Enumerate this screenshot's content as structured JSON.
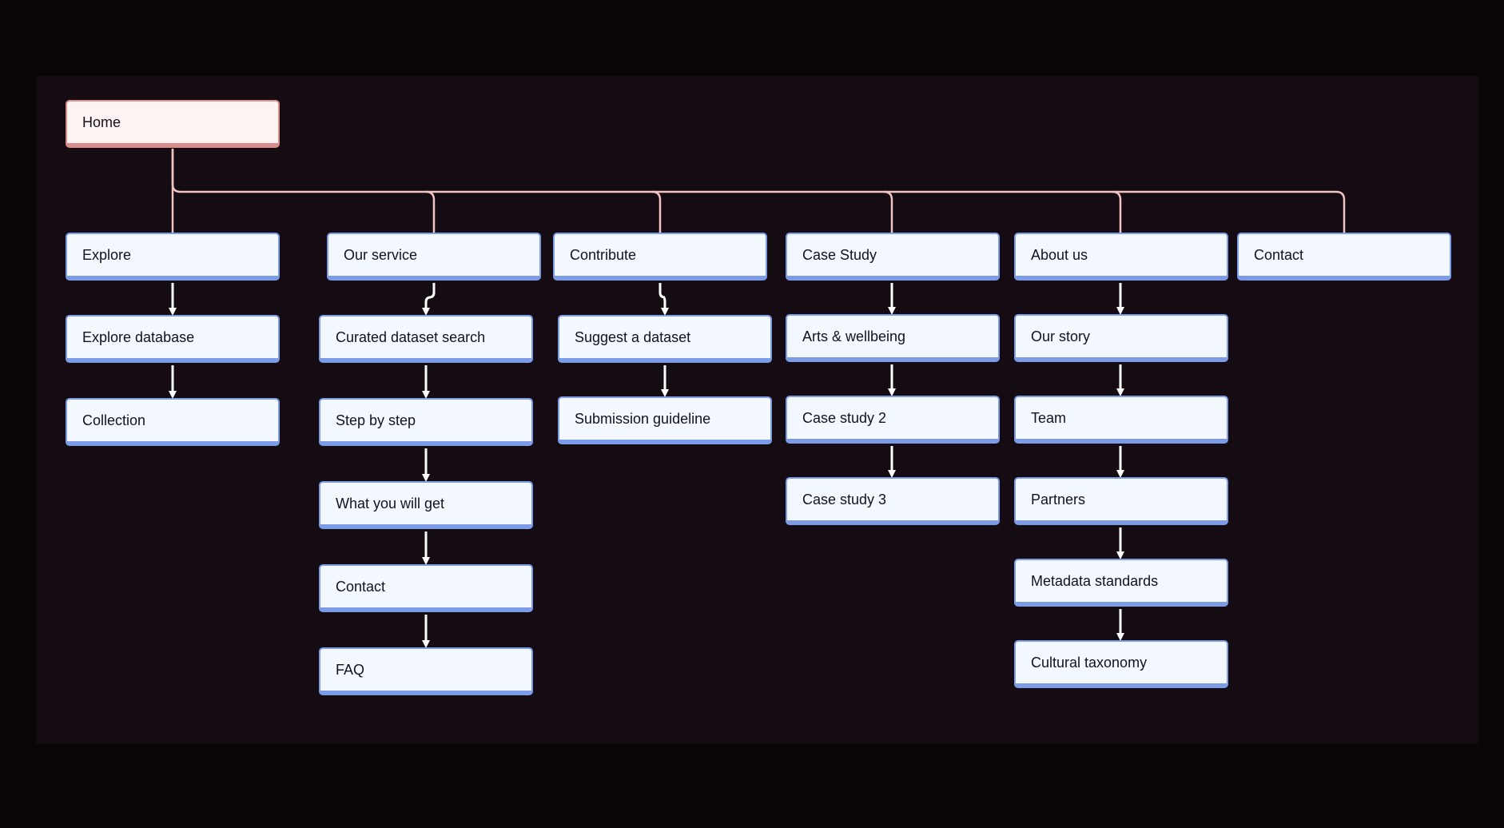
{
  "colors": {
    "background": "#0a0507",
    "canvas": "#140c12",
    "node_fill": "#f3f7fe",
    "node_border": "#7d9ce8",
    "root_fill": "#fdf3f3",
    "root_border": "#d98c8c",
    "root_connector": "#f1c4c4",
    "arrow": "#ffffff"
  },
  "sitemap": {
    "root": "Home",
    "sections": [
      {
        "label": "Explore",
        "children": [
          "Explore database",
          "Collection"
        ]
      },
      {
        "label": "Our service",
        "children": [
          "Curated dataset search",
          "Step by step",
          "What you will get",
          "Contact",
          "FAQ"
        ]
      },
      {
        "label": "Contribute",
        "children": [
          "Suggest a dataset",
          "Submission guideline"
        ]
      },
      {
        "label": "Case Study",
        "children": [
          "Arts & wellbeing",
          "Case study 2",
          "Case study 3"
        ]
      },
      {
        "label": "About us",
        "children": [
          "Our story",
          "Team",
          "Partners",
          "Metadata standards",
          "Cultural taxonomy"
        ]
      },
      {
        "label": "Contact",
        "children": []
      }
    ]
  }
}
